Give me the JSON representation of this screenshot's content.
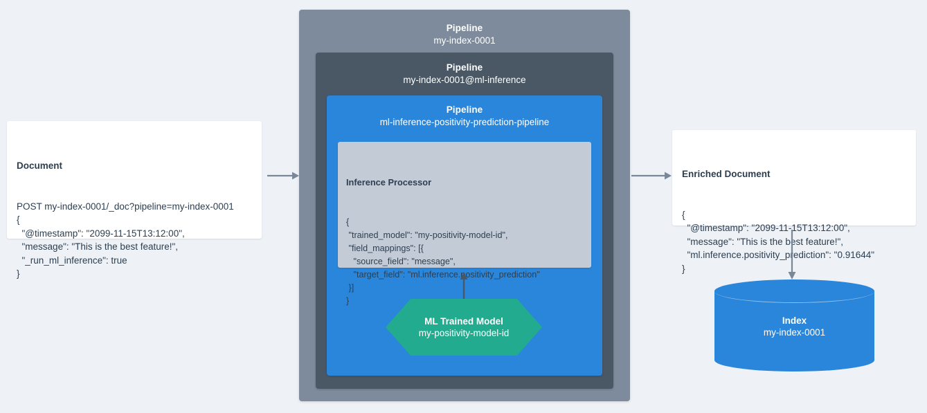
{
  "background_color": "#eef1f5",
  "document": {
    "title": "Document",
    "lines": [
      "POST my-index-0001/_doc?pipeline=my-index-0001",
      "{",
      "  \"@timestamp\": \"2099-11-15T13:12:00\",",
      "  \"message\": \"This is the best feature!\",",
      "  \"_run_ml_inference\": true",
      "}"
    ],
    "body_text": "POST my-index-0001/_doc?pipeline=my-index-0001\n{\n  \"@timestamp\": \"2099-11-15T13:12:00\",\n  \"message\": \"This is the best feature!\",\n  \"_run_ml_inference\": true\n}"
  },
  "pipelines": {
    "outer": {
      "label": "Pipeline",
      "name": "my-index-0001",
      "color": "#7d8b9c"
    },
    "middle": {
      "label": "Pipeline",
      "name": "my-index-0001@ml-inference",
      "color": "#4a5866"
    },
    "inner": {
      "label": "Pipeline",
      "name": "ml-inference-positivity-prediction-pipeline",
      "color": "#2a86da"
    }
  },
  "inference_processor": {
    "title": "Inference Processor",
    "color": "#c3ccd6",
    "lines": [
      "{",
      " \"trained_model\": \"my-positivity-model-id\",",
      " \"field_mappings\": [{",
      "   \"source_field\": \"message\",",
      "   \"target_field\": \"ml.inference.positivity_prediction\"",
      " }]",
      "}"
    ],
    "body_text": "{\n \"trained_model\": \"my-positivity-model-id\",\n \"field_mappings\": [{\n   \"source_field\": \"message\",\n   \"target_field\": \"ml.inference.positivity_prediction\"\n }]\n}"
  },
  "ml_model": {
    "title": "ML Trained Model",
    "name": "my-positivity-model-id",
    "color": "#22ab8f"
  },
  "enriched_document": {
    "title": "Enriched Document",
    "lines": [
      "{",
      "  \"@timestamp\": \"2099-11-15T13:12:00\",",
      "  \"message\": \"This is the best feature!\",",
      "  \"ml.inference.positivity_prediction\": \"0.91644\"",
      "}"
    ],
    "body_text": "{\n  \"@timestamp\": \"2099-11-15T13:12:00\",\n  \"message\": \"This is the best feature!\",\n  \"ml.inference.positivity_prediction\": \"0.91644\"\n}",
    "prediction_value": "0.91644"
  },
  "index": {
    "title": "Index",
    "name": "my-index-0001",
    "color": "#2a86da"
  },
  "arrows": {
    "color": "#7a8796",
    "doc_to_pipeline": "arrow-right",
    "pipeline_to_enriched": "arrow-right",
    "enriched_to_index": "arrow-down"
  }
}
